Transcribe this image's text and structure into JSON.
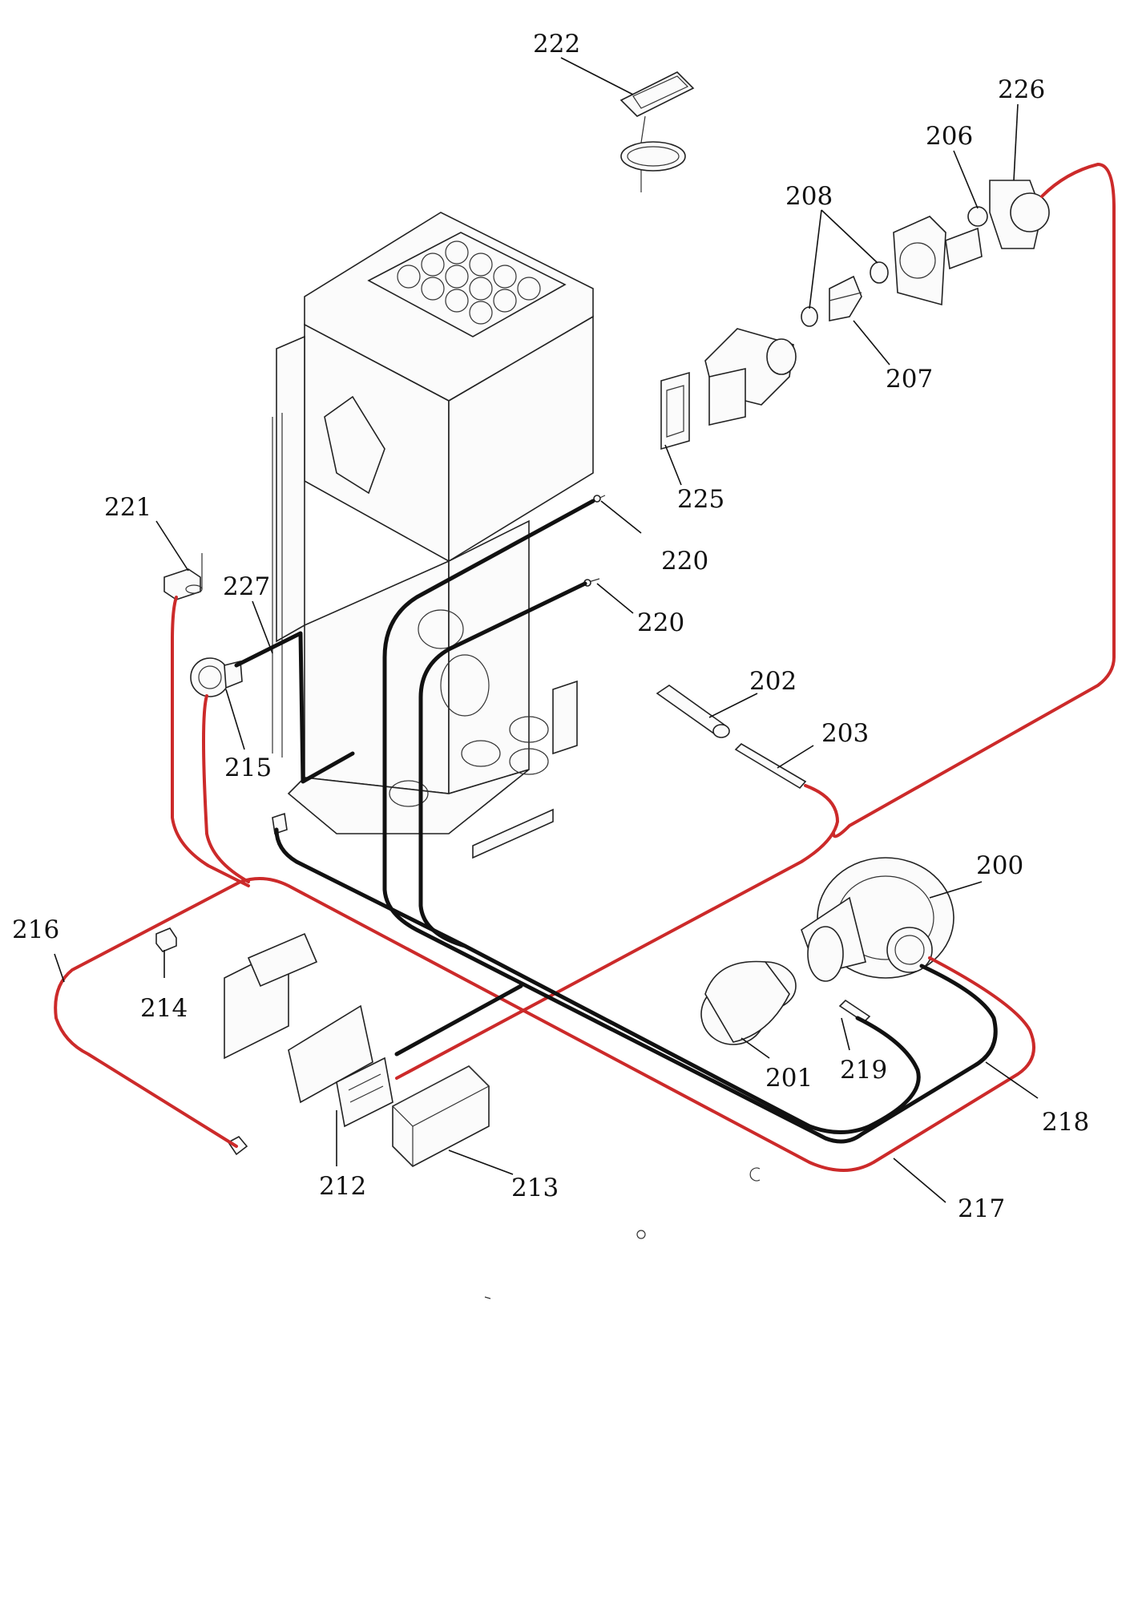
{
  "callouts": [
    {
      "id": "c222",
      "text": "222"
    },
    {
      "id": "c226",
      "text": "226"
    },
    {
      "id": "c206",
      "text": "206"
    },
    {
      "id": "c208",
      "text": "208"
    },
    {
      "id": "c207",
      "text": "207"
    },
    {
      "id": "c225",
      "text": "225"
    },
    {
      "id": "c221",
      "text": "221"
    },
    {
      "id": "c227",
      "text": "227"
    },
    {
      "id": "c220a",
      "text": "220"
    },
    {
      "id": "c220b",
      "text": "220"
    },
    {
      "id": "c202",
      "text": "202"
    },
    {
      "id": "c203",
      "text": "203"
    },
    {
      "id": "c215",
      "text": "215"
    },
    {
      "id": "c200",
      "text": "200"
    },
    {
      "id": "c216",
      "text": "216"
    },
    {
      "id": "c214",
      "text": "214"
    },
    {
      "id": "c201",
      "text": "201"
    },
    {
      "id": "c219",
      "text": "219"
    },
    {
      "id": "c218",
      "text": "218"
    },
    {
      "id": "c212",
      "text": "212"
    },
    {
      "id": "c213",
      "text": "213"
    },
    {
      "id": "c217",
      "text": "217"
    }
  ],
  "colors": {
    "power_wire": "#cc2a2a",
    "signal_wire": "#111111",
    "line_art": "#222222",
    "background": "#ffffff"
  }
}
